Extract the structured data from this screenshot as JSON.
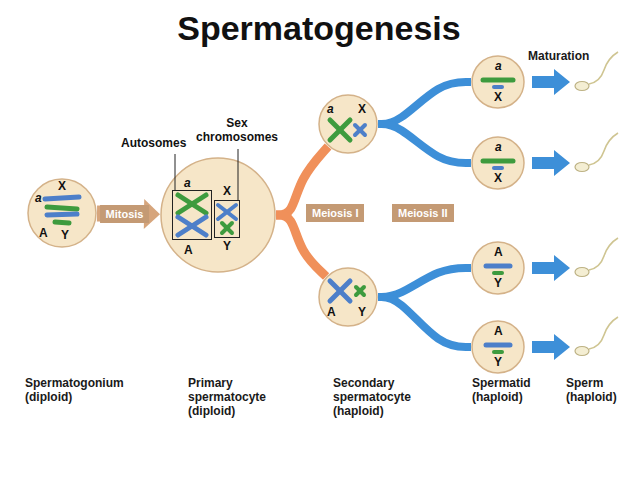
{
  "diagram": {
    "title": "Spermatogenesis",
    "nodes": [
      {
        "text": [
          "X",
          "a",
          "A",
          "Y"
        ]
      },
      {
        "text": [
          "a",
          "X",
          "A",
          "Y"
        ]
      },
      {
        "text": [
          "Autosomes"
        ],
        "in": 1
      },
      {
        "text": [
          "Sex chromosomes"
        ],
        "in": 1
      },
      {
        "text": [
          "a",
          "X"
        ]
      },
      {
        "text": [
          "A",
          "Y"
        ]
      },
      {
        "text": [
          "a",
          "X"
        ]
      },
      {
        "text": [
          "a",
          "X"
        ]
      },
      {
        "text": [
          "A",
          "Y"
        ]
      },
      {
        "text": [
          "A",
          "Y"
        ]
      }
    ],
    "edges": [
      {
        "from": 0,
        "to": 1,
        "arrow": "to",
        "label": "Mitosis"
      },
      {
        "from": 1,
        "to": 4,
        "arrow": "none",
        "label": "Meiosis I"
      },
      {
        "from": 1,
        "to": 5,
        "arrow": "none"
      },
      {
        "from": 4,
        "to": 6,
        "arrow": "none"
      },
      {
        "from": 4,
        "to": 7,
        "arrow": "none"
      },
      {
        "from": 5,
        "to": 8,
        "arrow": "none"
      },
      {
        "from": 5,
        "to": 9,
        "arrow": "none"
      }
    ],
    "labels": [
      "Maturation",
      "Meiosis II",
      "Spermatogonium (diploid)",
      "Primary spermatocyte (diploid)",
      "Secondary spermatocyte (haploid)",
      "Spermatid (haploid)",
      "Sperm (haploid)"
    ]
  }
}
